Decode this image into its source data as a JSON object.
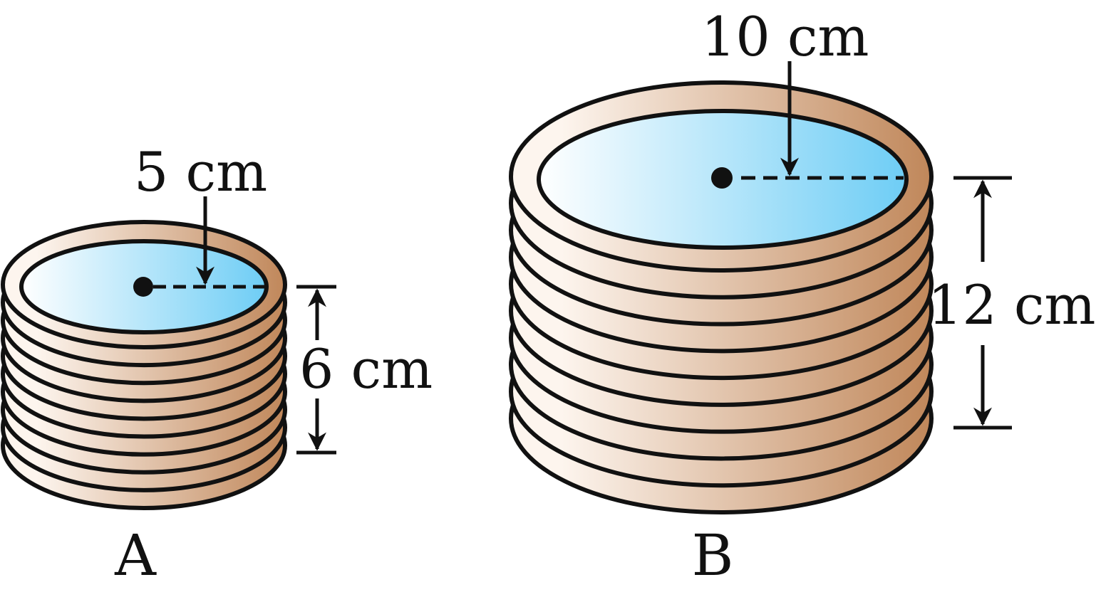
{
  "figures": [
    {
      "id": "A",
      "name": "A",
      "radius_label": "5 cm",
      "height_label": "6 cm",
      "radius_cm": 5,
      "height_cm": 6
    },
    {
      "id": "B",
      "name": "B",
      "radius_label": "10 cm",
      "height_label": "12 cm",
      "radius_cm": 10,
      "height_cm": 12
    }
  ],
  "colors": {
    "wall_light": "#fdf5ee",
    "wall_dark": "#c0875a",
    "water_light": "#ffffff",
    "water_dark": "#6ecdf5",
    "outline": "#111111"
  }
}
